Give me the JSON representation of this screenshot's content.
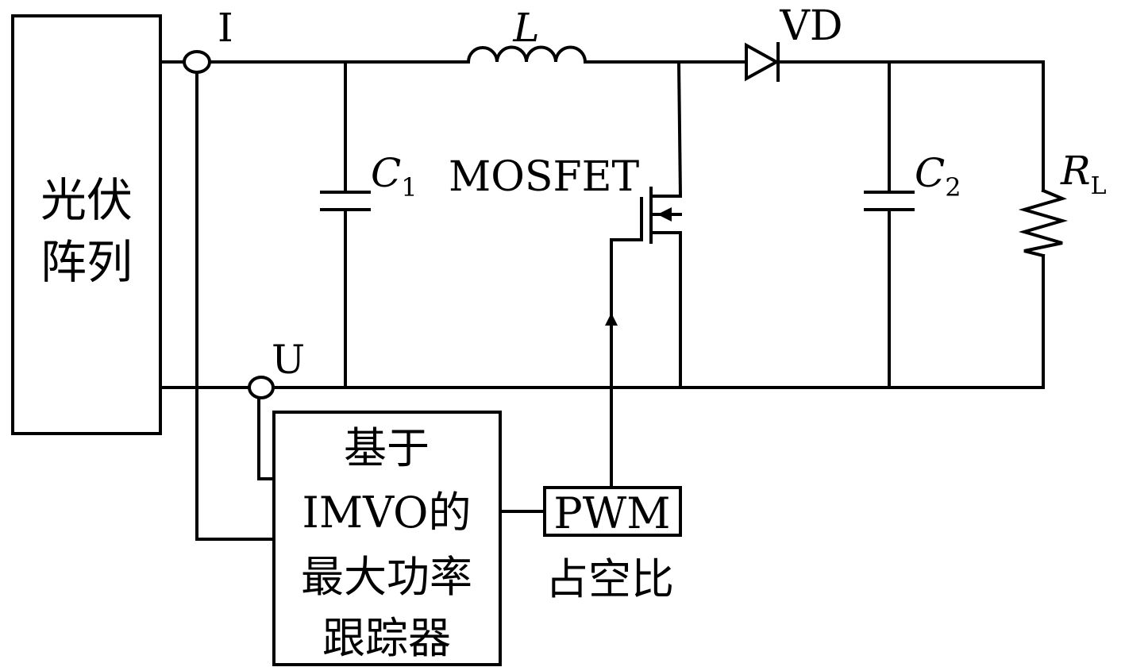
{
  "colors": {
    "stroke": "#000000",
    "background": "#ffffff"
  },
  "blocks": {
    "pv_array": {
      "line1": "光伏",
      "line2": "阵列"
    },
    "tracker": {
      "line1": "基于",
      "line2": "IMVO的",
      "line3": "最大功率",
      "line4": "跟踪器"
    },
    "pwm": {
      "label": "PWM",
      "caption": "占空比"
    }
  },
  "labels": {
    "current_node": "I",
    "voltage_node": "U",
    "inductor": "L",
    "diode": "VD",
    "mosfet": "MOSFET",
    "c1": {
      "main": "C",
      "sub": "1"
    },
    "c2": {
      "main": "C",
      "sub": "2"
    },
    "rl": {
      "main": "R",
      "sub": "L"
    }
  }
}
